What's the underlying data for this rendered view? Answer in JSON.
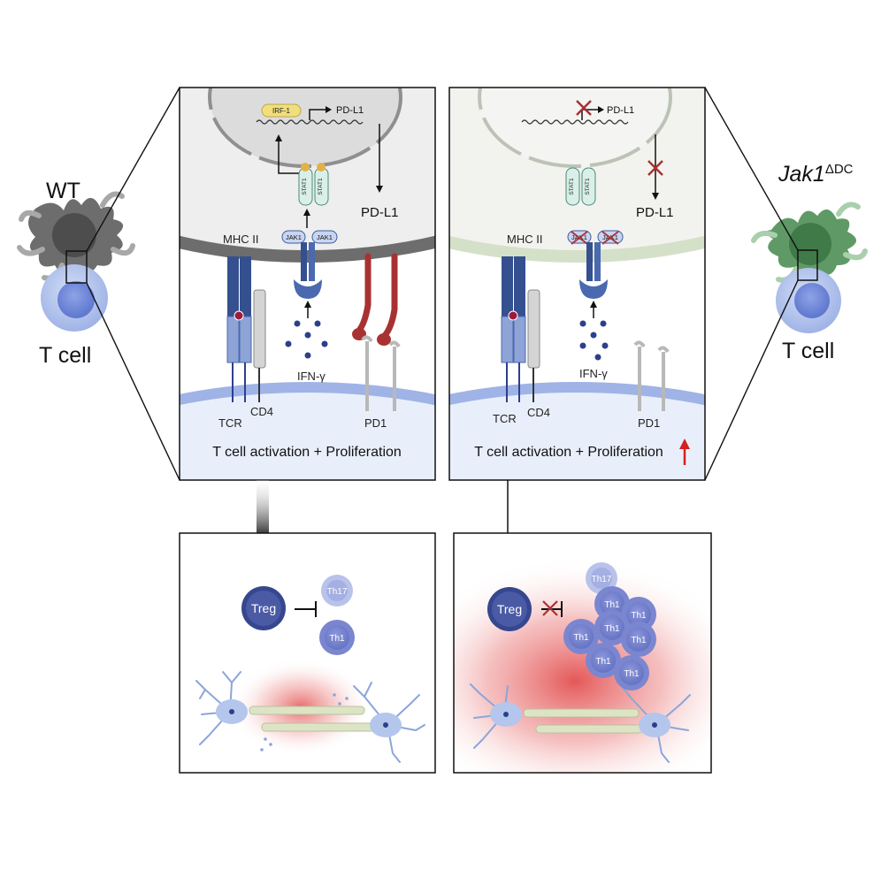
{
  "left_cell": {
    "genotype": "WT",
    "tcell_label": "T cell"
  },
  "right_cell": {
    "genotype_base": "Jak1",
    "genotype_sup": "ΔDC",
    "tcell_label": "T cell"
  },
  "panel_wt": {
    "irf1": "IRF-1",
    "pdl1_gene": "PD-L1",
    "stat1": "STAT1",
    "jak1": "JAK1",
    "pdl1_protein": "PD-L1",
    "mhc": "MHC II",
    "ifn": "IFN-γ",
    "tcr": "TCR",
    "cd4": "CD4",
    "pd1": "PD1",
    "outcome": "T cell activation + Proliferation"
  },
  "panel_ko": {
    "pdl1_gene": "PD-L1",
    "stat1": "STAT1",
    "jak1": "JAK1",
    "pdl1_protein": "PD-L1",
    "mhc": "MHC II",
    "ifn": "IFN-γ",
    "tcr": "TCR",
    "cd4": "CD4",
    "pd1": "PD1",
    "outcome": "T cell activation + Proliferation"
  },
  "bottom_wt": {
    "treg": "Treg",
    "th17": "Th17",
    "th1": "Th1"
  },
  "bottom_ko": {
    "treg": "Treg",
    "th17": "Th17",
    "th1": "Th1"
  },
  "colors": {
    "wt_dc": "#6d6d6d",
    "ko_dc": "#5f9a66",
    "tcell": "#7a93d6",
    "pdl1": "#a83232",
    "inflammation": "#e03a3a",
    "arrow_up": "#d42020"
  }
}
